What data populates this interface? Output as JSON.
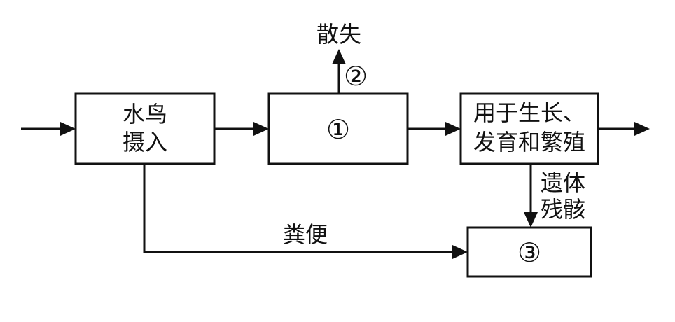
{
  "nodes": {
    "intake": {
      "line1": "水鸟",
      "line2": "摄入"
    },
    "assimilation": {
      "label": "①"
    },
    "growth": {
      "line1": "用于生长、",
      "line2": "发育和繁殖"
    },
    "decomposer": {
      "label": "③"
    }
  },
  "edges": {
    "loss_mark": "②",
    "loss_label": "散失",
    "remains_line1": "遗体",
    "remains_line2": "残骸",
    "feces_label": "粪便"
  }
}
